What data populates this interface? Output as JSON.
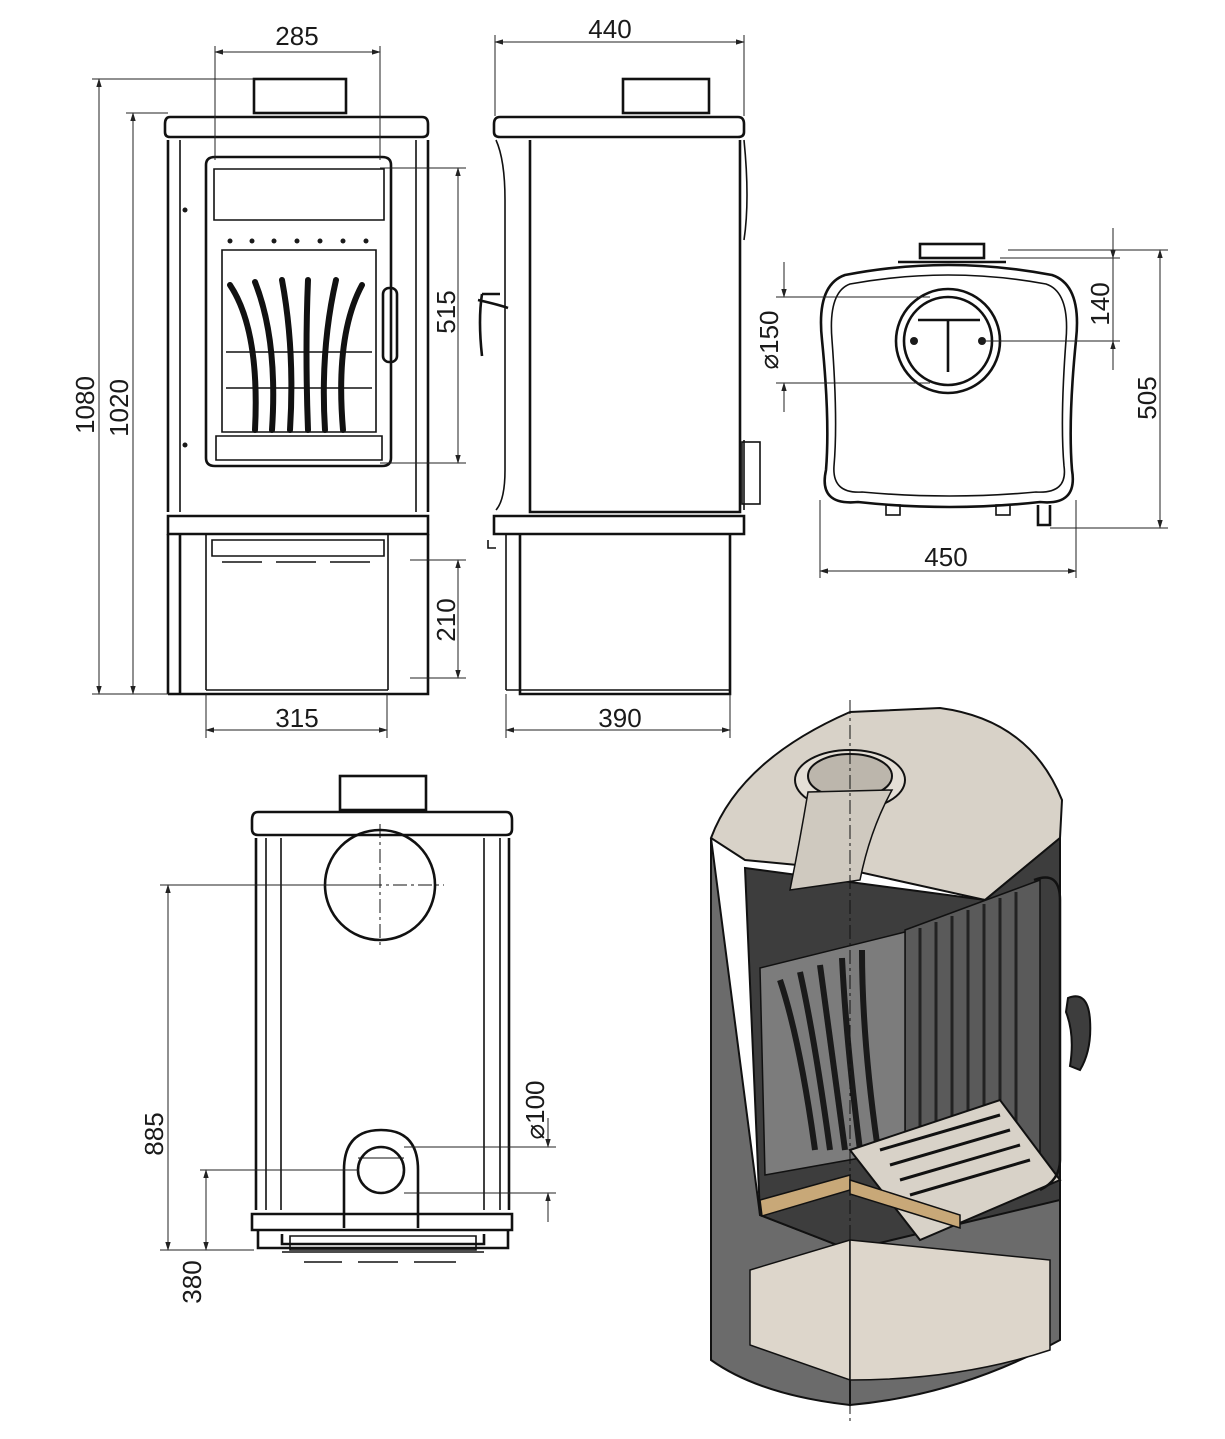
{
  "dimensions": {
    "front_top_width": "285",
    "side_top_width": "440",
    "height_total": "1080",
    "height_body": "1020",
    "door_height": "515",
    "base_height": "210",
    "front_base_width": "315",
    "side_base_width": "390",
    "flue_diameter": "150",
    "flue_offset": "140",
    "plan_depth": "505",
    "plan_width": "450",
    "rear_outlet_height": "885",
    "air_inlet_diameter": "100",
    "air_inlet_height": "380"
  },
  "diameter_symbol": "⌀",
  "colors": {
    "line": "#111111",
    "cutaway_fill": "#d8d2c8",
    "cutaway_dark": "#6b6b6b",
    "wood": "#c8a878"
  }
}
